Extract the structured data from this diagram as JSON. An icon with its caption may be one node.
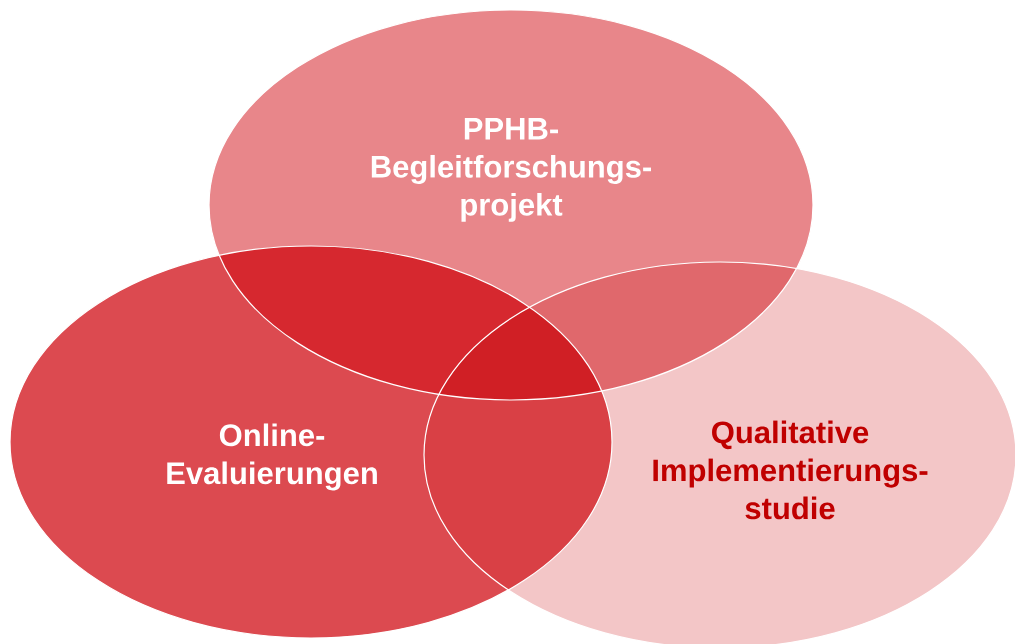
{
  "diagram": {
    "nodes": [
      {
        "text": [
          "PPHB- Begleitforschungs- projekt"
        ]
      },
      {
        "text": [
          "Online- Evaluierungen"
        ]
      },
      {
        "text": [
          "Qualitative Implementierungs- studie"
        ]
      }
    ]
  }
}
